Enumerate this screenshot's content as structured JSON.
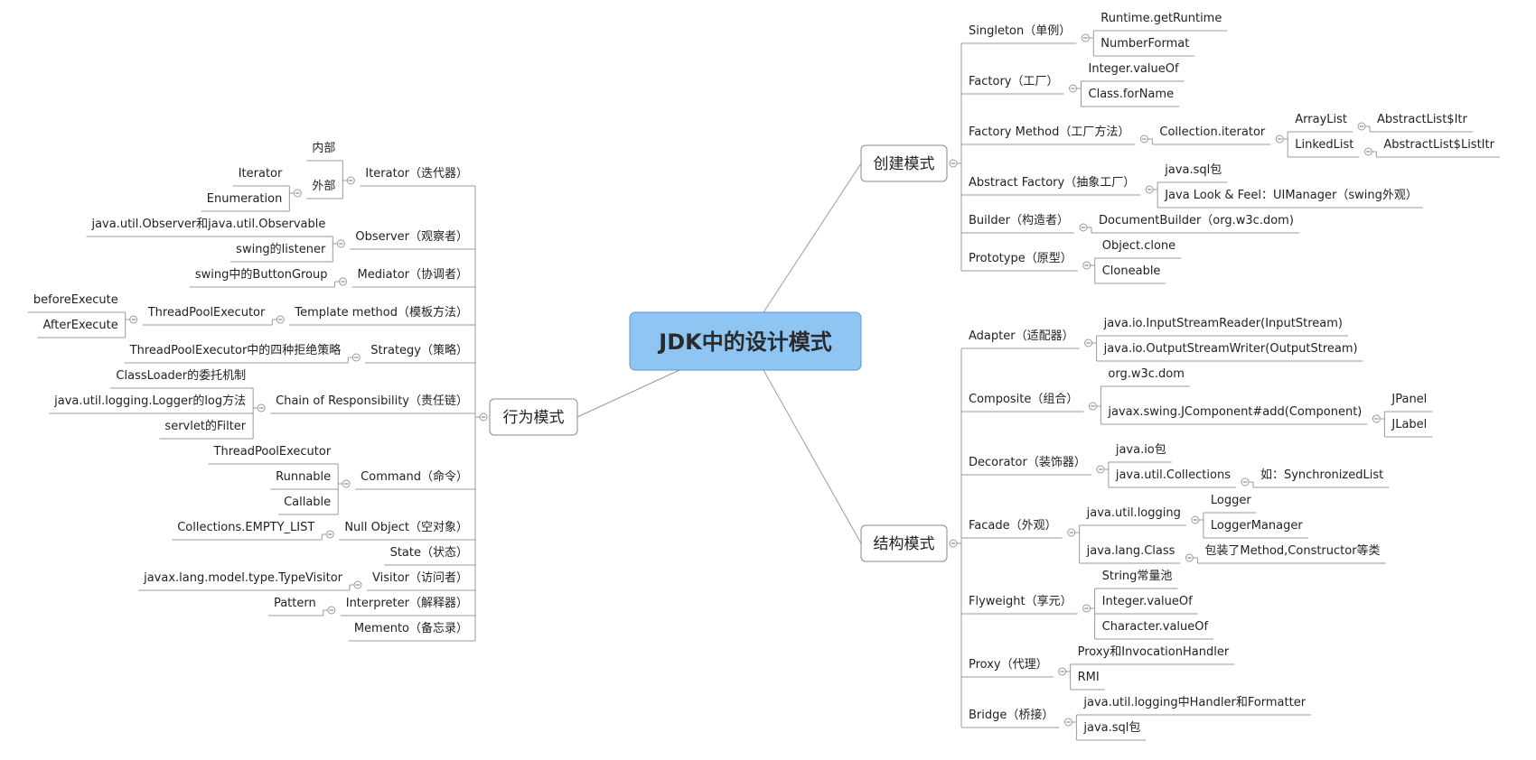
{
  "root": {
    "label": "JDK中的设计模式"
  },
  "branches": [
    {
      "label": "创建模式",
      "children": [
        {
          "label": "Singleton（单例）",
          "children": [
            {
              "label": "Runtime.getRuntime"
            },
            {
              "label": "NumberFormat"
            }
          ]
        },
        {
          "label": "Factory（工厂）",
          "children": [
            {
              "label": "Integer.valueOf"
            },
            {
              "label": "Class.forName"
            }
          ]
        },
        {
          "label": "Factory Method（工厂方法）",
          "children": [
            {
              "label": "Collection.iterator",
              "children": [
                {
                  "label": "ArrayList",
                  "children": [
                    {
                      "label": "AbstractList$Itr"
                    }
                  ]
                },
                {
                  "label": "LinkedList",
                  "children": [
                    {
                      "label": "AbstractList$ListItr"
                    }
                  ]
                }
              ]
            }
          ]
        },
        {
          "label": "Abstract Factory（抽象工厂）",
          "children": [
            {
              "label": "java.sql包"
            },
            {
              "label": "Java Look & Feel：UIManager（swing外观）"
            }
          ]
        },
        {
          "label": "Builder（构造者）",
          "children": [
            {
              "label": "DocumentBuilder（org.w3c.dom)"
            }
          ]
        },
        {
          "label": "Prototype（原型）",
          "children": [
            {
              "label": "Object.clone"
            },
            {
              "label": "Cloneable"
            }
          ]
        }
      ]
    },
    {
      "label": "结构模式",
      "children": [
        {
          "label": "Adapter（适配器）",
          "children": [
            {
              "label": "java.io.InputStreamReader(InputStream)"
            },
            {
              "label": "java.io.OutputStreamWriter(OutputStream)"
            }
          ]
        },
        {
          "label": "Composite（组合）",
          "children": [
            {
              "label": "org.w3c.dom"
            },
            {
              "label": "javax.swing.JComponent#add(Component)",
              "children": [
                {
                  "label": "JPanel"
                },
                {
                  "label": "JLabel"
                }
              ]
            }
          ]
        },
        {
          "label": "Decorator（装饰器）",
          "children": [
            {
              "label": "java.io包"
            },
            {
              "label": "java.util.Collections",
              "children": [
                {
                  "label": "如：SynchronizedList"
                }
              ]
            }
          ]
        },
        {
          "label": "Facade（外观）",
          "children": [
            {
              "label": "java.util.logging",
              "children": [
                {
                  "label": "Logger"
                },
                {
                  "label": "LoggerManager"
                }
              ]
            },
            {
              "label": "java.lang.Class",
              "children": [
                {
                  "label": "包装了Method,Constructor等类"
                }
              ]
            }
          ]
        },
        {
          "label": "Flyweight（享元）",
          "children": [
            {
              "label": "String常量池"
            },
            {
              "label": "Integer.valueOf"
            },
            {
              "label": "Character.valueOf"
            }
          ]
        },
        {
          "label": "Proxy（代理）",
          "children": [
            {
              "label": "Proxy和InvocationHandler"
            },
            {
              "label": "RMI"
            }
          ]
        },
        {
          "label": "Bridge（桥接）",
          "children": [
            {
              "label": "java.util.logging中Handler和Formatter"
            },
            {
              "label": "java.sql包"
            }
          ]
        }
      ]
    },
    {
      "label": "行为模式",
      "children": [
        {
          "label": "Iterator（迭代器）",
          "children": [
            {
              "label": "内部"
            },
            {
              "label": "外部",
              "children": [
                {
                  "label": "Iterator"
                },
                {
                  "label": "Enumeration"
                }
              ]
            }
          ]
        },
        {
          "label": "Observer（观察者）",
          "children": [
            {
              "label": "java.util.Observer和java.util.Observable"
            },
            {
              "label": "swing的listener"
            }
          ]
        },
        {
          "label": "Mediator（协调者）",
          "children": [
            {
              "label": "swing中的ButtonGroup"
            }
          ]
        },
        {
          "label": "Template method（模板方法）",
          "children": [
            {
              "label": "ThreadPoolExecutor",
              "children": [
                {
                  "label": "beforeExecute"
                },
                {
                  "label": "AfterExecute"
                }
              ]
            }
          ]
        },
        {
          "label": "Strategy（策略）",
          "children": [
            {
              "label": "ThreadPoolExecutor中的四种拒绝策略"
            }
          ]
        },
        {
          "label": "Chain of Responsibility（责任链）",
          "children": [
            {
              "label": "ClassLoader的委托机制"
            },
            {
              "label": "java.util.logging.Logger的log方法"
            },
            {
              "label": "servlet的Filter"
            }
          ]
        },
        {
          "label": "Command（命令）",
          "children": [
            {
              "label": "ThreadPoolExecutor"
            },
            {
              "label": "Runnable"
            },
            {
              "label": "Callable"
            }
          ]
        },
        {
          "label": "Null Object（空对象）",
          "children": [
            {
              "label": "Collections.EMPTY_LIST"
            }
          ]
        },
        {
          "label": "State（状态）"
        },
        {
          "label": "Visitor（访问者）",
          "children": [
            {
              "label": "javax.lang.model.type.TypeVisitor"
            }
          ]
        },
        {
          "label": "Interpreter（解释器）",
          "children": [
            {
              "label": "Pattern"
            }
          ]
        },
        {
          "label": "Memento（备忘录）"
        }
      ]
    }
  ]
}
